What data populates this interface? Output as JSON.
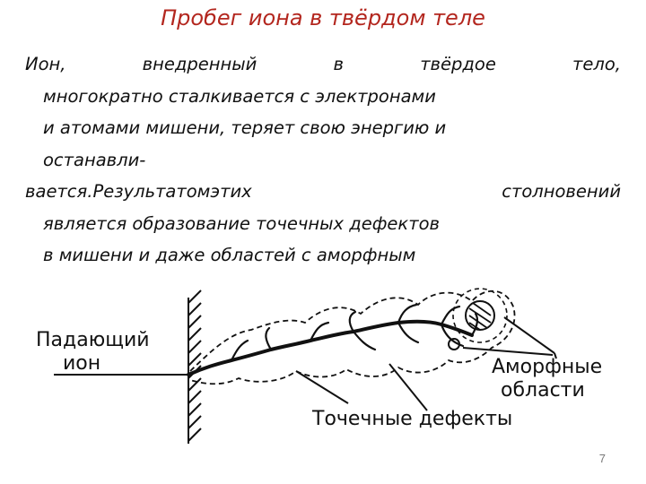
{
  "slide": {
    "title": "Пробег иона в твёрдом теле",
    "body": {
      "line1": [
        "Ион,",
        "внедренный",
        "в",
        "твёрдое",
        "тело,"
      ],
      "line2": "многократно сталкивается с электронами",
      "line3": "и атомами мишени, теряет свою энергию и",
      "line4": "останавли-",
      "line5": [
        "вается.Результатомэтих",
        "столновений"
      ],
      "line6": "является образование точечных дефектов",
      "line7": "в   мишени и даже областей с аморфным"
    },
    "figure": {
      "incident_ion_label_1": "Падающий",
      "incident_ion_label_2": "ион",
      "amorphous_label_1": "Аморфные",
      "amorphous_label_2": "области",
      "point_defects_label": "Точечные дефекты"
    },
    "page_number": "7"
  }
}
